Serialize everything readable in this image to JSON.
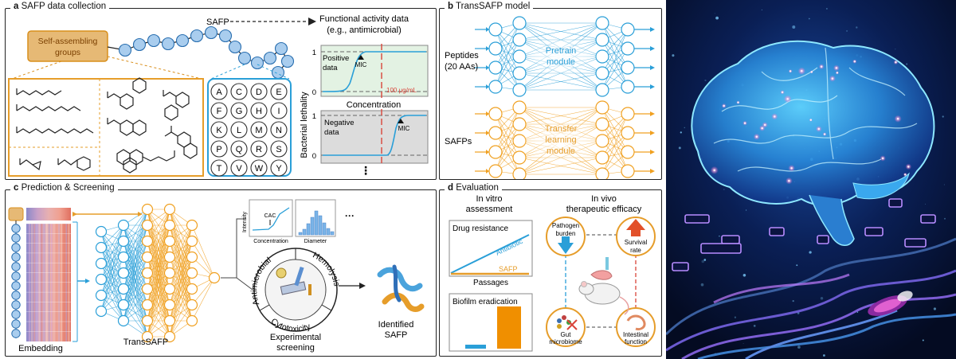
{
  "panel_a": {
    "letter": "a",
    "title": "SAFP data collection",
    "self_assembling": [
      "Self-assembling",
      "groups"
    ],
    "safp_label": "SAFP",
    "functional": [
      "Functional activity data",
      "(e.g., antimicrobial)"
    ],
    "amino_acids": [
      "A",
      "C",
      "D",
      "E",
      "F",
      "G",
      "H",
      "I",
      "K",
      "L",
      "M",
      "N",
      "P",
      "Q",
      "R",
      "S",
      "T",
      "V",
      "W",
      "Y"
    ],
    "ylabel": "Bacterial lethality",
    "positive": [
      "Positive",
      "data"
    ],
    "negative": [
      "Negative",
      "data"
    ],
    "mic": "MIC",
    "threshold": "100 μg/mL",
    "xlabel": "Concentration",
    "tick_one": "1",
    "tick_zero": "0",
    "more": "⋮"
  },
  "panel_b": {
    "letter": "b",
    "title": "TransSAFP model",
    "peptides": [
      "Peptides",
      "(20 AAs)"
    ],
    "safps": "SAFPs",
    "pretrain": [
      "Pretrain",
      "module"
    ],
    "transfer": [
      "Transfer",
      "learning",
      "module"
    ]
  },
  "panel_c": {
    "letter": "c",
    "title": "Prediction & Screening",
    "embedding": "Embedding",
    "transsafp": "TransSAFP",
    "intensity": "Intensity",
    "cac": "CAC",
    "concentration": "Concentration",
    "diameter": "Diameter",
    "ellipsis": "···",
    "antimicrobial": "Antimicrobial",
    "hemolysis": "Hemolysis",
    "cytotoxicity": "Cytotoxicity",
    "experimental": [
      "Experimental",
      "screening"
    ],
    "identified": [
      "Identified",
      "SAFP"
    ]
  },
  "panel_d": {
    "letter": "d",
    "title": "Evaluation",
    "in_vitro": [
      "In vitro",
      "assessment"
    ],
    "in_vivo": [
      "In vivo",
      "therapeutic efficacy"
    ],
    "drug_resistance": "Drug resistance",
    "antibiotic": "Antibiotic",
    "safp": "SAFP",
    "passages": "Passages",
    "biofilm": "Biofilm eradication",
    "pathogen": [
      "Pathogen",
      "burden"
    ],
    "survival": [
      "Survival",
      "rate"
    ],
    "gut": [
      "Gut",
      "microbiome"
    ],
    "intestinal": [
      "Intestinal",
      "function"
    ]
  },
  "colors": {
    "orange": "#f0a020",
    "blue": "#2a9fd8",
    "light_blue_fill": "#a9cdee",
    "red_dashed": "#d9453a",
    "brain_bg": "#061433"
  }
}
